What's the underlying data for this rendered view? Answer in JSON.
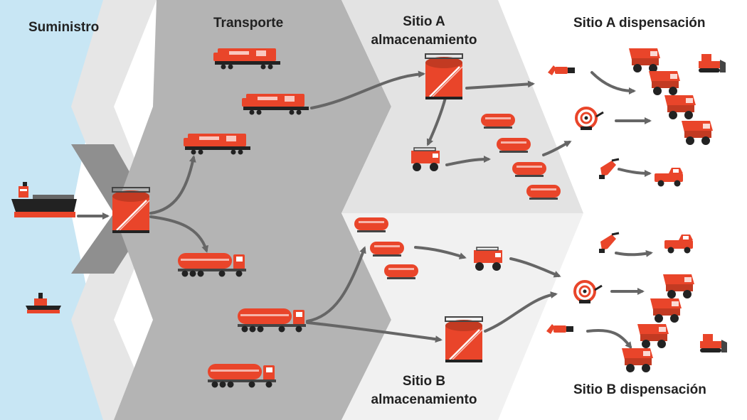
{
  "labels": {
    "supply": "Suministro",
    "transport": "Transporte",
    "site_a_storage_1": "Sitio A",
    "site_a_storage_2": "almacenamiento",
    "site_a_dispensing": "Sitio A dispensación",
    "site_b_storage_1": "Sitio B",
    "site_b_storage_2": "almacenamiento",
    "site_b_dispensing": "Sitio B dispensación"
  },
  "colors": {
    "sea": "#c8e6f4",
    "supply_band": "#e6e6e6",
    "supply_band_dark": "#8f8f8f",
    "transport_band": "#b4b4b4",
    "storage_band": "#e3e3e3",
    "storage_band_b": "#f1f1f1",
    "accent": "#e9452a",
    "arrow": "#666666",
    "text": "#222222"
  },
  "icons": [
    "ship-icon",
    "tugboat-icon",
    "storage-tank-icon",
    "locomotive-icon",
    "tanker-truck-icon",
    "fuel-trailer-icon",
    "fuel-service-truck-icon",
    "hose-nozzle-icon",
    "hose-reel-icon",
    "fuel-nozzle-icon",
    "dump-truck-icon",
    "bulldozer-icon",
    "pickup-truck-icon",
    "flow-arrow-icon"
  ]
}
